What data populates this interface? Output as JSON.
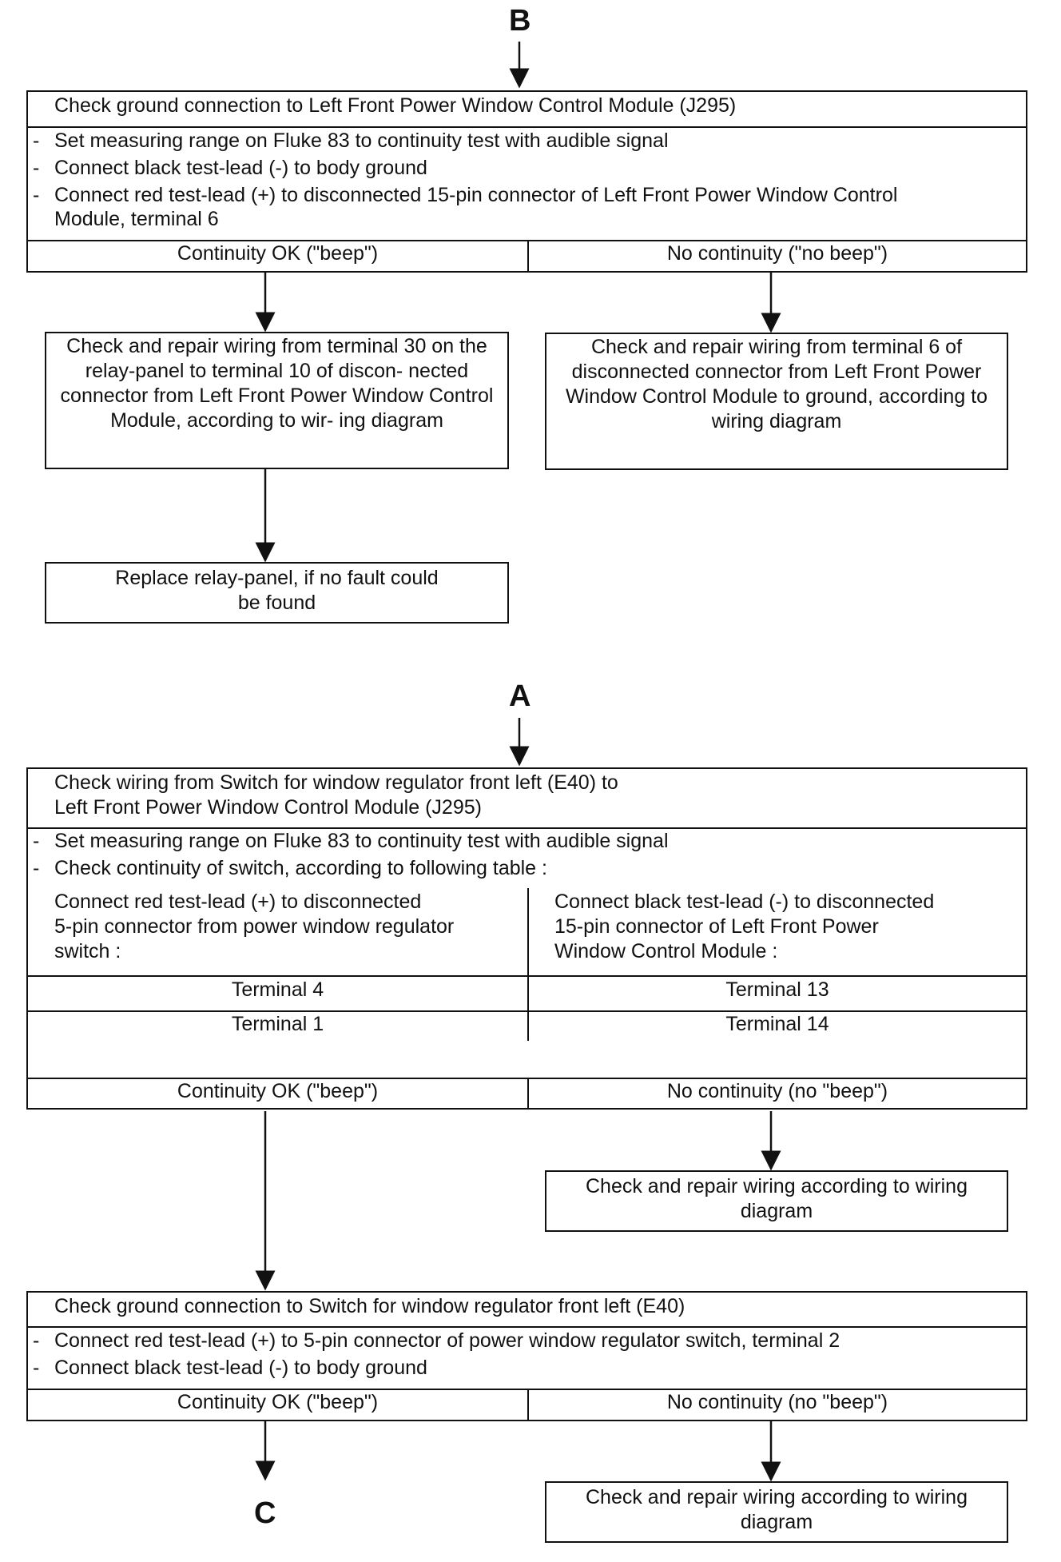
{
  "markers": {
    "b": "B",
    "a": "A",
    "c": "C"
  },
  "block_b": {
    "title": "Check ground connection to Left Front Power Window Control Module (J295)",
    "steps": [
      "Set measuring range on Fluke 83 to continuity test with audible signal",
      "Connect black test-lead (-) to body ground",
      "Connect red test-lead (+) to disconnected 15-pin connector of Left Front Power Window Control",
      "Module, terminal 6"
    ],
    "ok": "Continuity OK (\"beep\")",
    "no": "No continuity (\"no beep\")",
    "ok_action": "Check and repair wiring from terminal 30 on the relay-panel to terminal 10 of discon- nected connector from Left Front Power Window Control Module, according to wir- ing diagram",
    "no_action": "Check and repair wiring from terminal 6 of disconnected connector from Left Front Power Window Control Module to ground, according to wiring diagram",
    "replace": "Replace relay-panel, if no fault could be found"
  },
  "block_a": {
    "title_1": "Check wiring from Switch for window regulator front left (E40) to",
    "title_2": "Left Front Power Window Control Module (J295)",
    "steps": [
      "Set measuring range on Fluke 83 to continuity test with audible signal",
      "Check continuity of switch, according to following table :"
    ],
    "table": {
      "left_header": [
        "Connect red test-lead (+) to disconnected",
        "5-pin connector from power window regulator",
        "switch :"
      ],
      "right_header": [
        "Connect black test-lead (-) to disconnected",
        "15-pin connector of Left Front Power",
        "Window Control Module :"
      ],
      "rows": [
        {
          "left": "Terminal 4",
          "right": "Terminal 13"
        },
        {
          "left": "Terminal 1",
          "right": "Terminal 14"
        }
      ]
    },
    "ok": "Continuity OK (\"beep\")",
    "no": "No continuity (no \"beep\")",
    "no_action": "Check and repair wiring according to wiring diagram"
  },
  "block_c": {
    "title": "Check ground connection to Switch for window regulator front left (E40)",
    "steps": [
      "Connect red test-lead (+) to 5-pin connector of power window regulator switch, terminal 2",
      "Connect black test-lead (-) to body ground"
    ],
    "ok": "Continuity OK (\"beep\")",
    "no": "No continuity (no \"beep\")",
    "no_action": "Check and repair wiring according to wiring diagram"
  }
}
